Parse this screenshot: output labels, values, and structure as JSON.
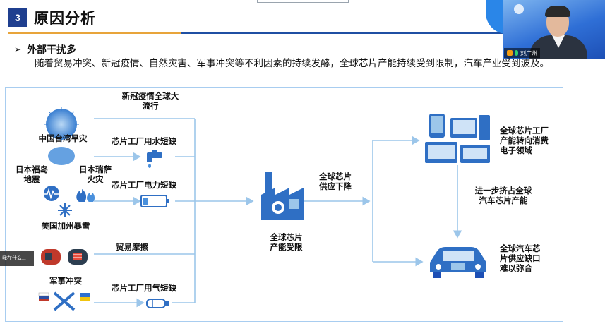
{
  "slide": {
    "section_number": "3",
    "title": "原因分析",
    "bullet": "➢",
    "subheading": "外部干扰多",
    "paragraph": "随着贸易冲突、新冠疫情、自然灾害、军事冲突等不利因素的持续发酵，全球芯片产能持续受到限制，汽车产业受到波及。"
  },
  "video": {
    "participant_name": "刘广州"
  },
  "overlay": {
    "text": "我在什么..."
  },
  "diagram": {
    "causes": [
      {
        "id": "taiwan",
        "label": "中国台湾旱灾",
        "icon": "virus-icon"
      },
      {
        "id": "fukushima",
        "label": "日本福岛\n地震",
        "icon": "seismograph-icon"
      },
      {
        "id": "renesas",
        "label": "日本瑞萨\n火灾",
        "icon": "fire-icon"
      },
      {
        "id": "california",
        "label": "美国加州暴雪",
        "icon": "snowflake-icon"
      },
      {
        "id": "military",
        "label": "军事冲突",
        "icon": "swords-icon"
      }
    ],
    "effects": [
      {
        "id": "pandemic",
        "label": "新冠疫情全球大\n流行"
      },
      {
        "id": "water",
        "label": "芯片工厂用水短缺",
        "icon": "faucet-icon"
      },
      {
        "id": "power",
        "label": "芯片工厂电力短缺",
        "icon": "battery-icon"
      },
      {
        "id": "trade",
        "label": "贸易摩擦",
        "icon": "boxing-gloves-icon"
      },
      {
        "id": "gas",
        "label": "芯片工厂用气短缺",
        "icon": "gas-cylinder-icon"
      }
    ],
    "center": {
      "label": "全球芯片\n产能受限",
      "icon": "factory-icon"
    },
    "mid_arrow_label": "全球芯片\n供应下降",
    "consumer": {
      "label": "全球芯片工厂\n产能转向消费\n电子领域",
      "icon": "devices-icon"
    },
    "squeeze": {
      "label": "进一步挤占全球\n汽车芯片产能"
    },
    "auto": {
      "label": "全球汽车芯\n片供应缺口\n难以弥合",
      "icon": "car-icon"
    }
  },
  "colors": {
    "accent_blue": "#1f3f8f",
    "line_orange": "#e8a43a",
    "line_blue": "#1f4fa3",
    "diagram_border": "#a8cdf0",
    "arrow": "#9cc6ea"
  }
}
